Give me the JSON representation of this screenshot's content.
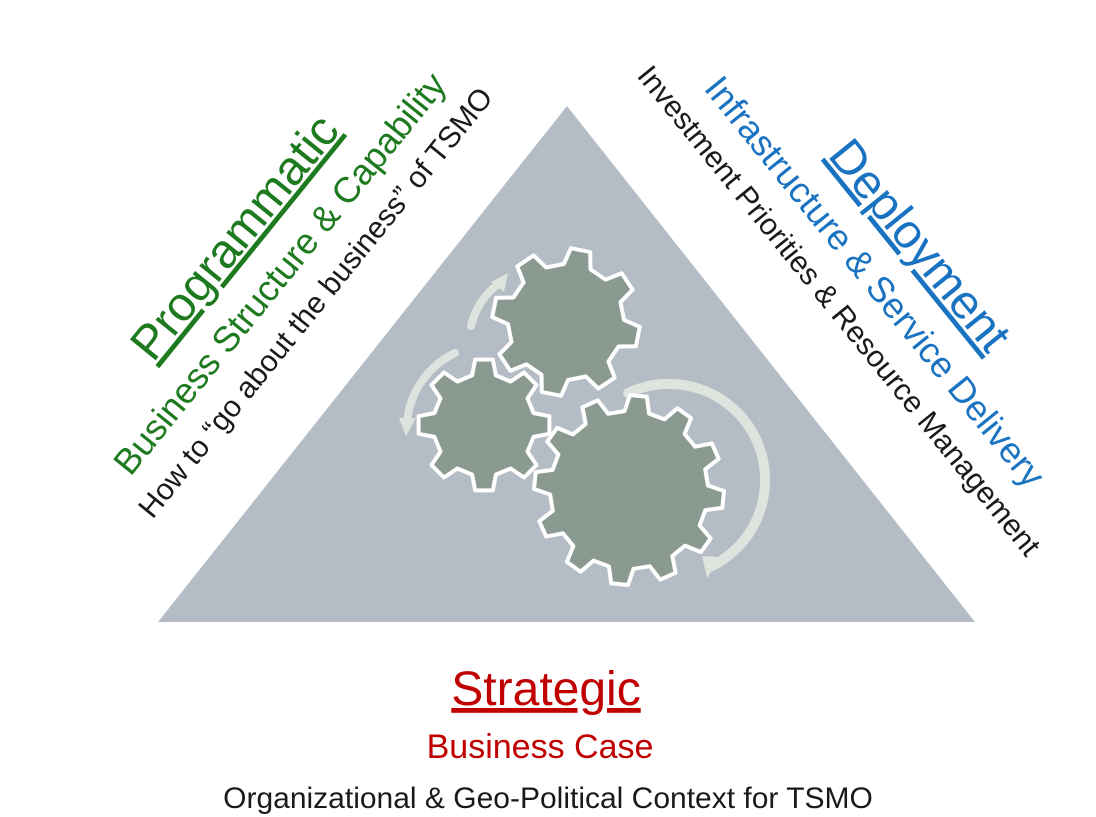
{
  "programmatic": {
    "title": "Programmatic",
    "subtitle": "Business Structure & Capability",
    "description": "How to “go about the business” of TSMO",
    "title_color": "#1e7a1e",
    "subtitle_color": "#1e7a1e",
    "description_color": "#1a1a1a"
  },
  "deployment": {
    "title": "Deployment",
    "subtitle": "Infrastructure & Service Delivery",
    "description": "Investment Priorities & Resource Management",
    "title_color": "#1a73c1",
    "subtitle_color": "#1a73c1",
    "description_color": "#1a1a1a"
  },
  "strategic": {
    "title": "Strategic",
    "subtitle": "Business Case",
    "description": "Organizational & Geo-Political Context for TSMO",
    "title_color": "#c00000",
    "subtitle_color": "#c00000",
    "description_color": "#1a1a1a"
  },
  "colors": {
    "triangle": "#b4bcc5",
    "gear": "#8b9a91",
    "arrow": "#dfe3de"
  },
  "icons": [
    "gears-icon",
    "rotation-arrow-icon"
  ]
}
